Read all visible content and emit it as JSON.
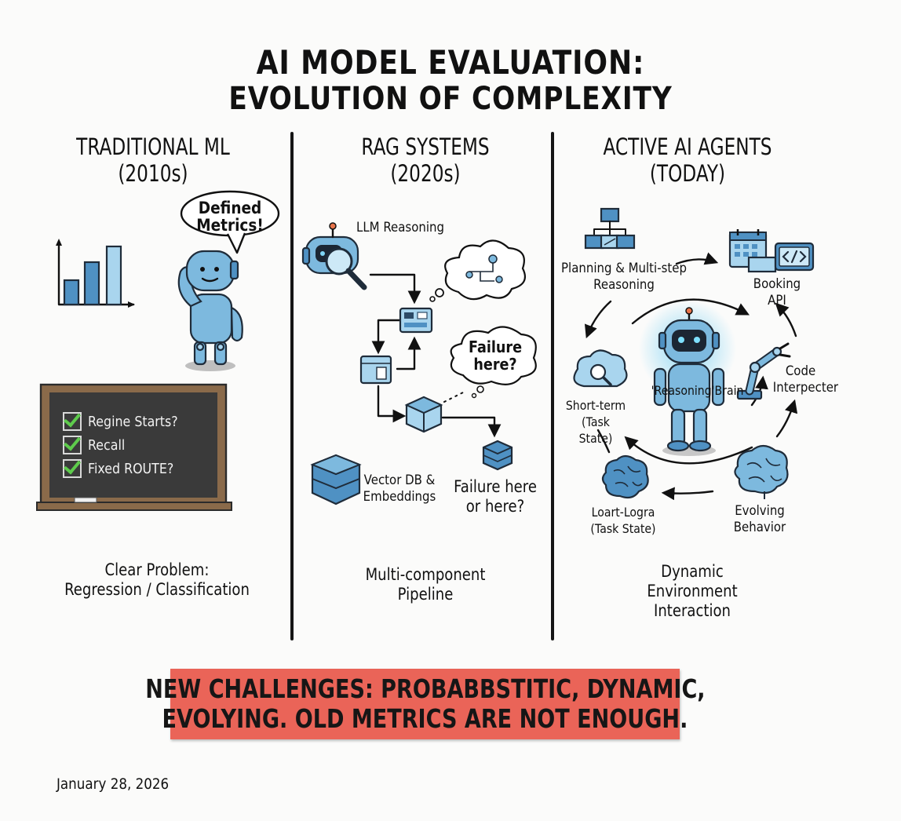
{
  "title": {
    "line1": "AI MODEL EVALUATION:",
    "line2": "EVOLUTION OF COMPLEXITY"
  },
  "columns": {
    "traditional_ml": {
      "heading": "TRADITIONAL ML",
      "period": "(2010s)",
      "speech_bubble": [
        "Defined",
        "Metrics!"
      ],
      "chalkboard_items": [
        "Regine Starts?",
        "Recall",
        "Fixed ROUTE?"
      ],
      "caption": [
        "Clear Problem:",
        "Regression / Classification"
      ]
    },
    "rag_systems": {
      "heading": "RAG SYSTEMS",
      "period": "(2020s)",
      "llm_label": "LLM Reasoning",
      "failure_bubble": [
        "Failure",
        "here?"
      ],
      "vector_db_label": [
        "Vector DB &",
        "Embeddings"
      ],
      "failure_text": [
        "Failure here",
        "or here?"
      ],
      "caption": [
        "Multi-component",
        "Pipeline"
      ]
    },
    "active_agents": {
      "heading": "ACTIVE AI AGENTS",
      "period": "(TODAY)",
      "planning_label": [
        "Planning & Multi-step",
        "Reasoning"
      ],
      "booking_label": "Booking API",
      "code_label": [
        "Code",
        "Interpecter"
      ],
      "brain_label": "'Reasoning'Brain",
      "short_term_label": [
        "Short-term",
        "(Task State)"
      ],
      "long_term_label": [
        "Loart-Logra",
        "(Task State)"
      ],
      "evolving_label": "Evolving Behavior",
      "caption": [
        "Dynamic",
        "Environment",
        "Interaction"
      ]
    }
  },
  "banner": {
    "line1": "NEW CHALLENGES: PROBABBSTITIC, DYNAMIC,",
    "line2": "EVOLYING. OLD METRICS ARE NOT ENOUGH.",
    "color": "#ea6458"
  },
  "date": "January 28, 2026",
  "icons": [
    "bar-chart-icon",
    "robot-icon",
    "chalkboard-icon",
    "magnifier-icon",
    "thought-cloud-icon",
    "module-box-icon",
    "cube-icon",
    "database-icon",
    "org-chart-icon",
    "calendar-icon",
    "code-icon",
    "robot-arm-icon",
    "cloud-search-icon",
    "brain-icon"
  ],
  "accent_colors": {
    "light_blue": "#a9d5ee",
    "mid_blue": "#7db9de",
    "dark_blue": "#4f91c3",
    "chalkboard": "#3a3a3a",
    "frame": "#8a6a4a"
  }
}
